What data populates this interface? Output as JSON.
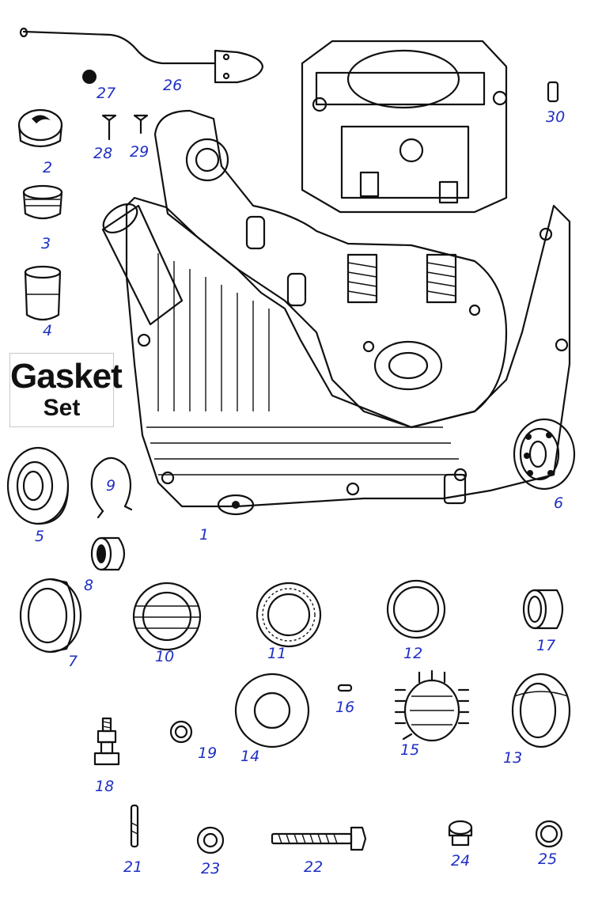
{
  "gasket_label": {
    "line1": "Gasket",
    "line2": "Set"
  },
  "part_numbers": {
    "p1": "1",
    "p2": "2",
    "p3": "3",
    "p4": "4",
    "p5": "5",
    "p6": "6",
    "p7": "7",
    "p8": "8",
    "p9": "9",
    "p10": "10",
    "p11": "11",
    "p12": "12",
    "p13": "13",
    "p14": "14",
    "p15": "15",
    "p16": "16",
    "p17": "17",
    "p18": "18",
    "p19": "19",
    "p21": "21",
    "p22": "22",
    "p23": "23",
    "p24": "24",
    "p25": "25",
    "p26": "26",
    "p27": "27",
    "p28": "28",
    "p29": "29",
    "p30": "30"
  },
  "colors": {
    "label": "#1f2fc4",
    "ink": "#111111",
    "background": "#ffffff"
  }
}
